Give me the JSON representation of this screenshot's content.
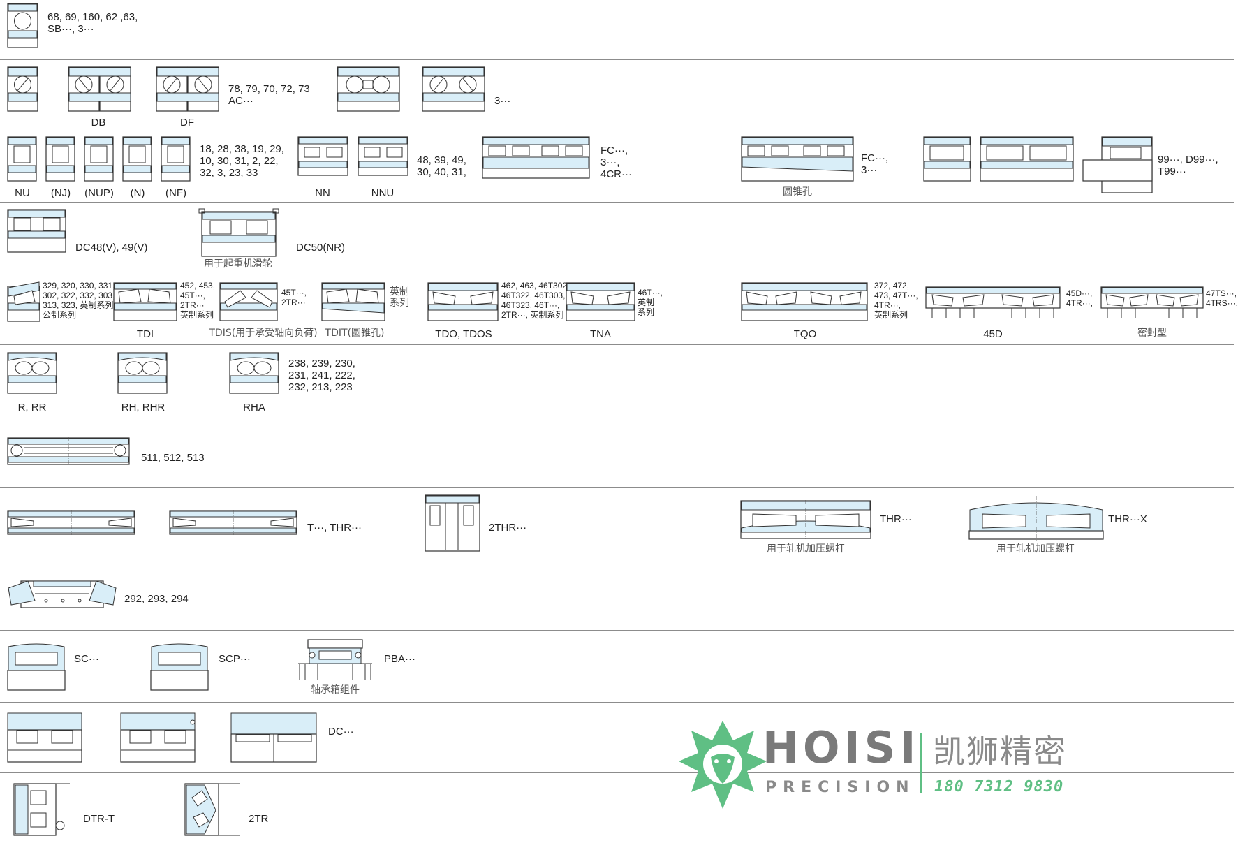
{
  "rows": [
    {
      "labels": [
        "68, 69, 160, 62 ,63,\nSB···, 3···"
      ]
    },
    {
      "labels": [
        "DB",
        "DF",
        "78, 79, 70, 72, 73\nAC···",
        "3···"
      ]
    },
    {
      "labels": [
        "NU",
        "(NJ)",
        "(NUP)",
        "(N)",
        "(NF)",
        "18, 28, 38, 19, 29,\n10, 30, 31, 2, 22,\n32, 3, 23, 33",
        "NN",
        "NNU",
        "48, 39, 49,\n30, 40, 31,",
        "FC···,\n3···,\n4CR···",
        "FC···,\n3···",
        "圆锥孔",
        "99···, D99···,\nT99···"
      ]
    },
    {
      "labels": [
        "DC48(V), 49(V)",
        "用于起重机滑轮",
        "DC50(NR)"
      ]
    },
    {
      "labels": [
        "329, 320, 330, 331,\n302, 322, 332, 303,\n313, 323, 英制系列,\n公制系列",
        "TDI",
        "452, 453,\n45T···,\n2TR···\n英制系列",
        "45T···,\n2TR···",
        "TDIS(用于承受轴向负荷)",
        "英制\n系列",
        "TDIT(圆锥孔)",
        "462, 463, 46T302,\n46T322, 46T303,\n46T323, 46T···,\n2TR···, 英制系列",
        "TDO, TDOS",
        "46T···,\n英制\n系列",
        "TNA",
        "372, 472,\n473, 47T···,\n4TR···,\n英制系列",
        "TQO",
        "45D···,\n4TR···,",
        "45D",
        "47TS···,\n4TRS···,",
        "密封型"
      ]
    },
    {
      "labels": [
        "R, RR",
        "RH, RHR",
        "RHA",
        "238, 239, 230,\n231, 241, 222,\n232, 213, 223"
      ]
    },
    {
      "labels": [
        "511, 512, 513"
      ]
    },
    {
      "labels": [
        "T···, THR···",
        "2THR···",
        "THR···",
        "用于轧机加压螺杆",
        "THR···X",
        "用于轧机加压螺杆"
      ]
    },
    {
      "labels": [
        "292, 293, 294"
      ]
    },
    {
      "labels": [
        "SC···",
        "SCP···",
        "PBA···",
        "轴承箱组件"
      ]
    },
    {
      "labels": [
        "DC···"
      ]
    },
    {
      "labels": [
        "DTR-T",
        "2TR"
      ]
    }
  ],
  "logo": {
    "name": "HOISI",
    "sub": "PRECISION",
    "cn": "凯狮精密",
    "phone": "180 7312 9830",
    "colors": {
      "green": "#5fbf84",
      "gray": "#7a7a7a"
    }
  }
}
